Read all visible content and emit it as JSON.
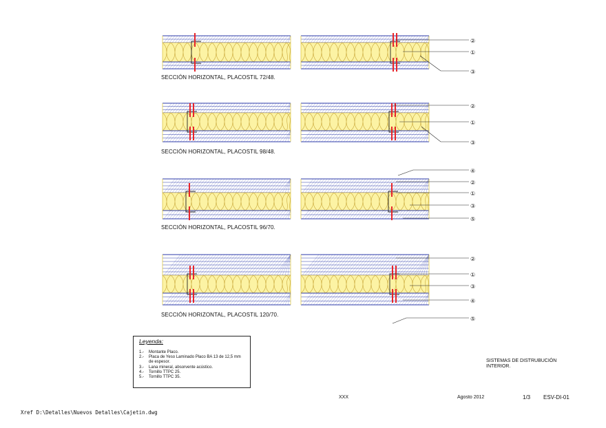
{
  "sections": [
    {
      "caption": "SECCIÓN HORIZONTAL, PLACOSTIL 72/48.",
      "callouts": [
        "②",
        "①",
        "③"
      ]
    },
    {
      "caption": "SECCIÓN HORIZONTAL, PLACOSTIL 98/48.",
      "callouts": [
        "②",
        "①",
        "③"
      ]
    },
    {
      "caption": "SECCIÓN HORIZONTAL, PLACOSTIL 96/70.",
      "callouts": [
        "④",
        "②",
        "①",
        "③",
        "⑤"
      ]
    },
    {
      "caption": "SECCIÓN HORIZONTAL, PLACOSTIL 120/70.",
      "callouts": [
        "②",
        "①",
        "③",
        "④",
        "⑤"
      ]
    }
  ],
  "legend": {
    "title": "Leyenda:",
    "items": [
      {
        "num": "1.-",
        "text": "Montante Placo."
      },
      {
        "num": "2.-",
        "text": "Placa de Yeso Laminado Placo BA 13  de 12,5 mm de espesor."
      },
      {
        "num": "3.-",
        "text": "Lana mineral, absorvente acústico."
      },
      {
        "num": "4.-",
        "text": "Tornillo TTPC 25."
      },
      {
        "num": "5.-",
        "text": "Tornillo TTPC 35."
      }
    ]
  },
  "title_block": {
    "system": "SISTEMAS DE DISTRUBUCIÓN INTERIOR.",
    "code_xxx": "XXX",
    "date": "Agosto 2012",
    "sheet": "1/3",
    "drawing_id": "ESV-DI-01"
  },
  "xref": "Xref D:\\Detalles\\Nuevos Detalles\\Cajetin.dwg",
  "colors": {
    "insulation_fill": "#fcf3a4",
    "insulation_line": "#c9a73a",
    "board_line": "#2b3aa8",
    "stud": "#222222",
    "screw": "#e8242a"
  }
}
